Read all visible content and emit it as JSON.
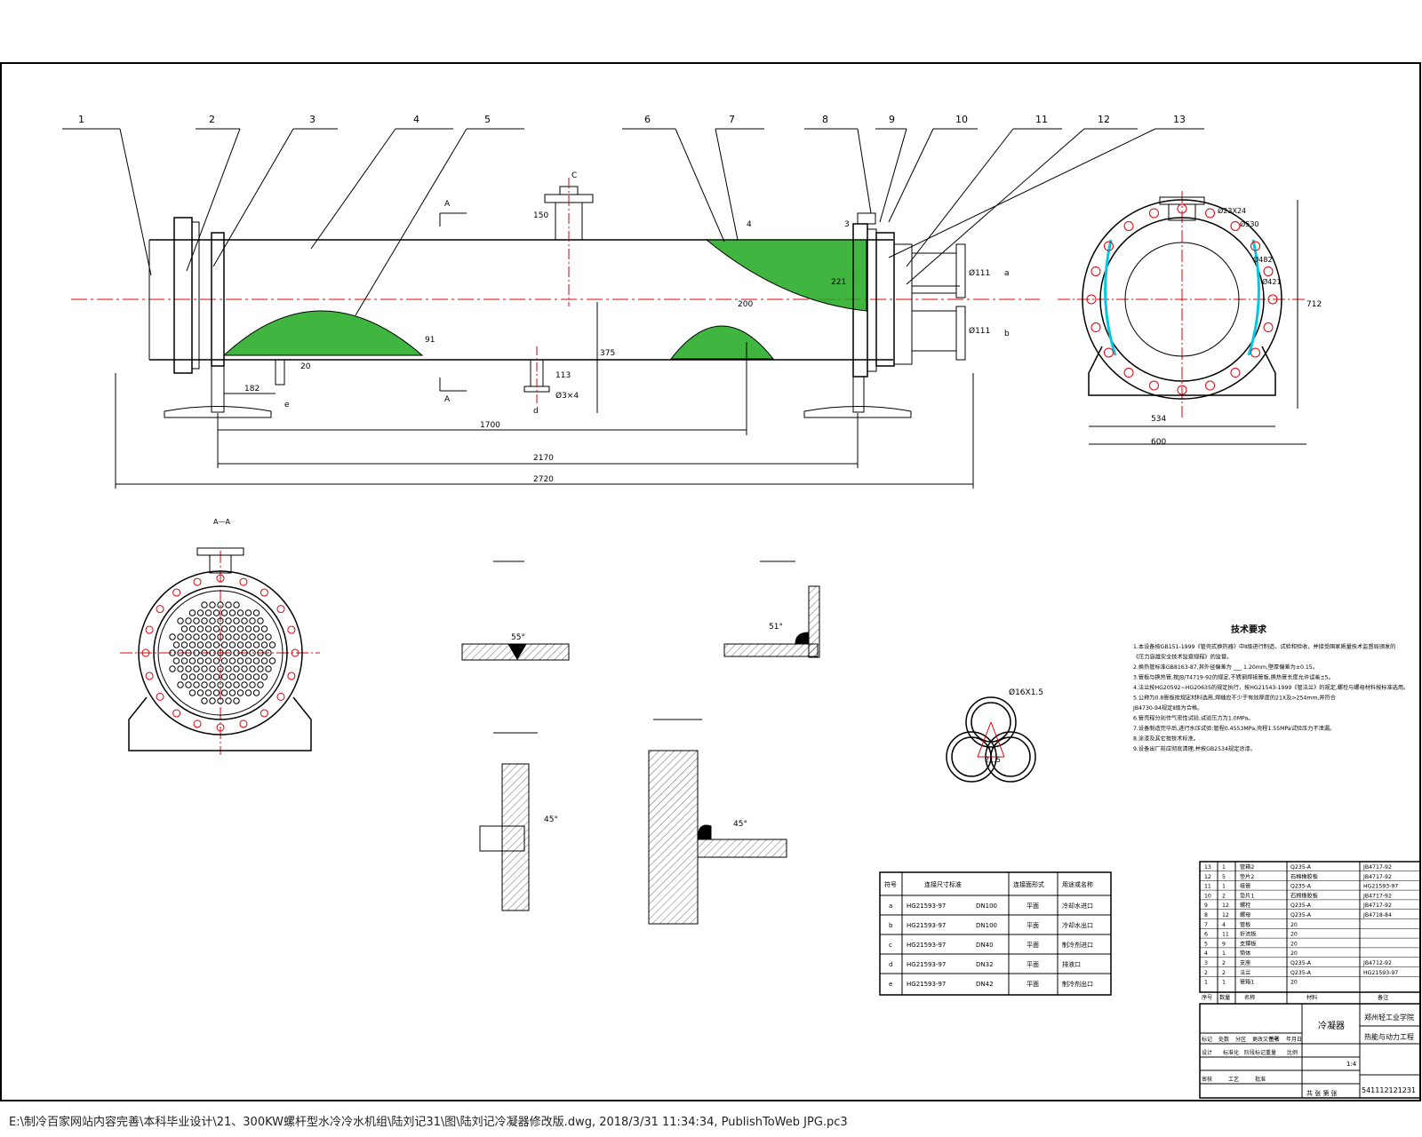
{
  "colors": {
    "centerline": "#e0000a",
    "hatch_fill": "#1fa81f",
    "ink": "#000000",
    "accent": "#00c8e0",
    "background": "#ffffff"
  },
  "footer": {
    "path": "E:\\制冷百家网站内容完善\\本科毕业设计\\21、300KW螺杆型水冷冷水机组\\陆刘记31\\图\\陆刘记冷凝器修改版.dwg, 2018/3/31 11:34:34, PublishToWeb JPG.pc3"
  },
  "callouts": [
    "1",
    "2",
    "3",
    "4",
    "5",
    "6",
    "7",
    "8",
    "9",
    "10",
    "11",
    "12",
    "13"
  ],
  "dims": {
    "overall": "2720",
    "support_span": "2170",
    "middle": "1700",
    "left_offset": "182",
    "height_375": "375",
    "d_150": "150",
    "h_91": "91",
    "h_20": "20",
    "h_113": "113",
    "tube_221": "221",
    "b_200": "200",
    "nozzle_111": "Ø111",
    "nozzle_111b": "Ø111",
    "small_4": "4",
    "small_3": "3",
    "phi_3x4": "Ø3×4",
    "right_height": "712",
    "right_width": "534",
    "right_base": "600",
    "section_A": "A",
    "c_label": "C",
    "d_label": "d",
    "e_label": "e",
    "a_label": "a",
    "b_label": "b"
  },
  "right_view_dims": [
    "Ø23X24",
    "Ø530",
    "Ø482",
    "Ø421"
  ],
  "section_title": "A—A",
  "weld_labels": [
    "55°",
    "51°",
    "45°",
    "45°"
  ],
  "tube_detail": {
    "dim": "Ø16X1.5",
    "pitch": "21.5"
  },
  "tech_req": {
    "title": "技术要求",
    "lines": [
      "1.本设备按GB151-1999《管壳式换热器》中Ⅱ级进行制造、试验和验收，并接受国家质量技术监督局颁发的",
      "《压力容器安全技术监察规程》的监督。",
      "2.换热管标准GB8163-87,其外径偏差为 ___ 1.20mm,壁厚偏差为±0.15。",
      "3.管板与换热管,按JB/T4719-92的规定,不锈钢焊接管板,换热管长度允许误差±5。",
      "4.法兰按HG20592~HG20635的规定执行，按HG21543-1999《管法兰》的规定,螺栓与螺母材料按标准选用。",
      "5.公称为0.8管板按规定材料选用,焊缝应不少于有效厚度的21X及>254mm,并符合",
      "JB4730-94规定Ⅱ级为合格。",
      "6.管壳程分别作气密性试验,试验压力为1.0MPa。",
      "7.设备制造完毕后,进行水压试验:管程0.4553MPa,壳程1.55MPa试验压力不泄漏。",
      "8.涂漆及其它按技术标准。",
      "9.设备出厂前应彻底清理,并按GB2534规定涂漆。"
    ]
  },
  "nozzle_table": {
    "headers": [
      "符号",
      "连接尺寸标准",
      "连接面形式",
      "用途或名称"
    ],
    "rows": [
      [
        "a",
        "HG21593-97",
        "DN100",
        "平面",
        "冷却水进口"
      ],
      [
        "b",
        "HG21593-97",
        "DN100",
        "平面",
        "冷却水出口"
      ],
      [
        "c",
        "HG21593-97",
        "DN40",
        "平面",
        "制冷剂进口"
      ],
      [
        "d",
        "HG21593-97",
        "DN32",
        "平面",
        "排液口"
      ],
      [
        "e",
        "HG21593-97",
        "DN42",
        "平面",
        "制冷剂出口"
      ]
    ]
  },
  "parts_list": {
    "rows": [
      [
        "13",
        "1",
        "管箱2",
        "Q235-A",
        "JB4717-92"
      ],
      [
        "12",
        "5",
        "垫片2",
        "石棉橡胶板",
        "JB4717-92"
      ],
      [
        "11",
        "1",
        "接管",
        "Q235-A",
        "HG21593-97"
      ],
      [
        "10",
        "2",
        "垫片1",
        "石棉橡胶板",
        "JB4717-92"
      ],
      [
        "9",
        "12",
        "螺栓",
        "Q235-A",
        "JB4717-92"
      ],
      [
        "8",
        "12",
        "螺母",
        "Q235-A",
        "JB4718-84"
      ],
      [
        "7",
        "4",
        "管板",
        "20",
        ""
      ],
      [
        "6",
        "11",
        "折流板",
        "20",
        ""
      ],
      [
        "5",
        "9",
        "支撑板",
        "20",
        ""
      ],
      [
        "4",
        "1",
        "筒体",
        "20",
        ""
      ],
      [
        "3",
        "2",
        "支座",
        "Q235-A",
        "JB4712-92"
      ],
      [
        "2",
        "2",
        "法兰",
        "Q235-A",
        "HG21593-97"
      ],
      [
        "1",
        "1",
        "管箱1",
        "20",
        ""
      ]
    ],
    "header": [
      "序号",
      "数量",
      "名称",
      "材料",
      "备注"
    ]
  },
  "title_block": {
    "name": "冷凝器",
    "school": "郑州轻工业学院",
    "dept": "热能与动力工程",
    "drawing_no": "541112121231",
    "scale": "1:4",
    "labels": [
      "标记",
      "处数",
      "分区",
      "更改文件号",
      "签名",
      "年月日"
    ],
    "labels2": [
      "设计",
      "标准化",
      "阶段标记",
      "重量",
      "比例"
    ],
    "labels3": [
      "审核",
      "工艺",
      "批准"
    ],
    "sheet": "共 张 第 张"
  }
}
